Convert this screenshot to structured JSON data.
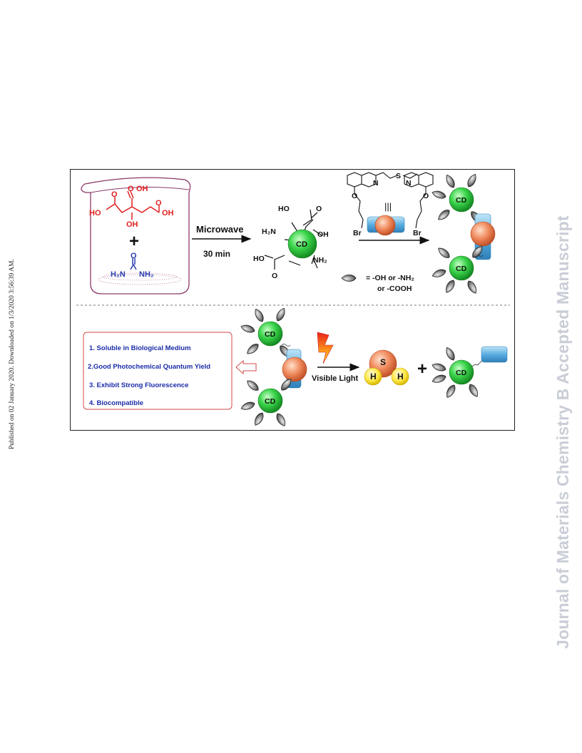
{
  "page": {
    "side_note": "Published on 02 January 2020. Downloaded on 1/3/2020 3:56:39 AM.",
    "watermark": "Journal of Materials Chemistry B Accepted Manuscript"
  },
  "figure": {
    "beaker": {
      "plus": "+",
      "citric_labels": [
        "O",
        "OH",
        "HO",
        "O",
        "O",
        "OH",
        "OH"
      ],
      "urea_labels": [
        "O",
        "H₂N",
        "NH₂"
      ]
    },
    "step1": {
      "label": "Microwave",
      "time": "30 min"
    },
    "cd_molecule": {
      "core": "CD",
      "groups": [
        "HO",
        "O",
        "H₂N",
        "OH",
        "HO",
        "O",
        "NH₂"
      ]
    },
    "linker": {
      "atoms": [
        "N",
        "S",
        "N",
        "O",
        "O",
        "Br",
        "Br"
      ],
      "equiv": "|||"
    },
    "legend": {
      "line1": "= -OH or -NH₂",
      "line2": "or -COOH"
    },
    "cd_label": "CD",
    "properties": [
      "1. Soluble in Biological Medium",
      "2.Good Photochemical Quantum Yield",
      "3. Exhibit Strong Fluorescence",
      "4. Biocompatible"
    ],
    "step2": {
      "label": "Visible Light",
      "plus": "+"
    },
    "h2s": {
      "s": "S",
      "h1": "H",
      "h2": "H"
    },
    "colors": {
      "green": "#3ad44a",
      "orange": "#f08a5c",
      "blue": "#5aaee0",
      "yellow": "#ffe94a",
      "red_molecule": "#e02020",
      "blue_molecule": "#2a3cb0",
      "property_text": "#1a2ca8",
      "box_border": "#d44a4a"
    }
  }
}
